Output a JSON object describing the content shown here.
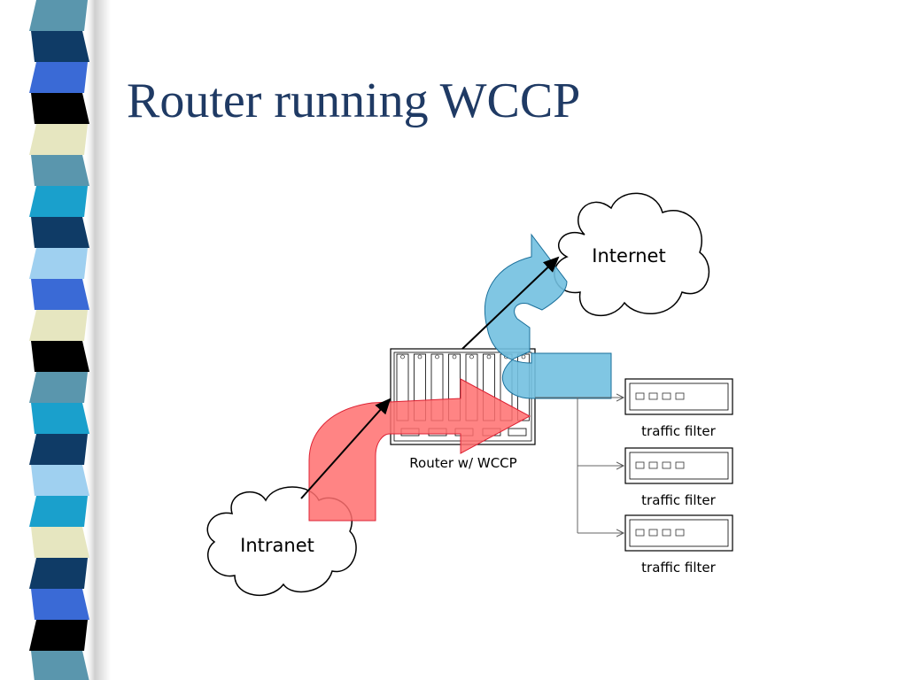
{
  "slide": {
    "title": "Router running WCCP"
  },
  "diagram": {
    "internet_label": "Internet",
    "intranet_label": "Intranet",
    "router_label": "Router w/ WCCP",
    "filters": [
      {
        "label": "traffic filter"
      },
      {
        "label": "traffic filter"
      },
      {
        "label": "traffic filter"
      }
    ]
  },
  "colors": {
    "title": "#1f3a64",
    "red_arrow": "#ff7a7a",
    "blue_arrow": "#7cc6e3",
    "line": "#000000"
  },
  "icons": {
    "side_stripe": "decorative-stripe-bar",
    "cloud": "cloud-shape",
    "router": "router-chassis-icon",
    "filter": "filter-appliance-icon"
  }
}
